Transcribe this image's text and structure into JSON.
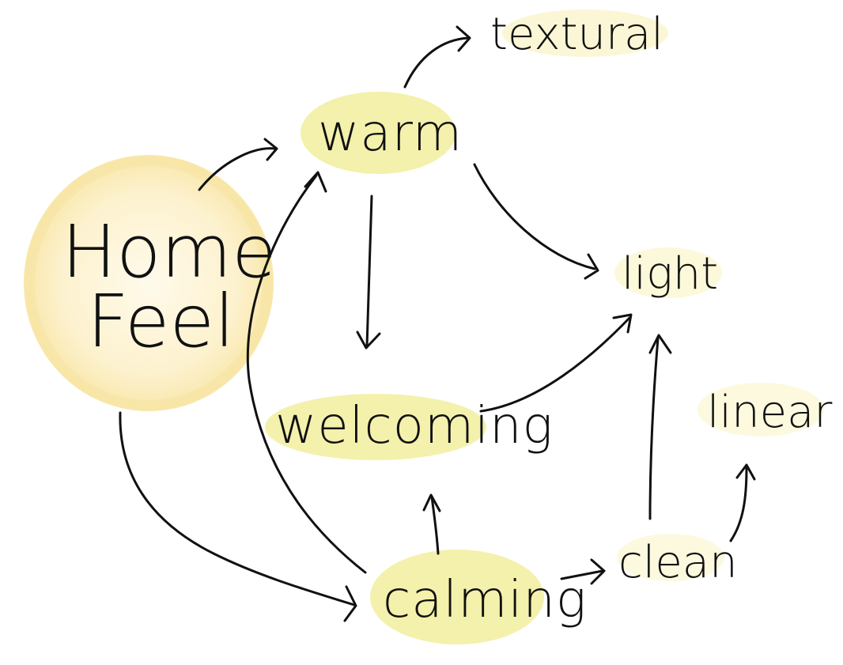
{
  "colors": {
    "highlight": "#f3eea0",
    "highlight_soft": "#fbf5c8",
    "home_fill": "#fdf3d2",
    "home_ring": "#f6e6a8",
    "ink": "#111111"
  },
  "nodes": {
    "home": {
      "line1": "Home",
      "line2": "Feel"
    },
    "warm": "warm",
    "textural": "textural",
    "light": "light",
    "welcoming": "welcoming",
    "linear": "linear",
    "calming": "calming",
    "clean": "clean"
  },
  "edges": [
    {
      "from": "Home Feel",
      "to": "warm"
    },
    {
      "from": "Home Feel",
      "to": "calming"
    },
    {
      "from": "warm",
      "to": "textural"
    },
    {
      "from": "warm",
      "to": "welcoming"
    },
    {
      "from": "warm",
      "to": "light"
    },
    {
      "from": "calming",
      "to": "warm"
    },
    {
      "from": "calming",
      "to": "welcoming"
    },
    {
      "from": "calming",
      "to": "clean"
    },
    {
      "from": "welcoming",
      "to": "light"
    },
    {
      "from": "clean",
      "to": "light"
    },
    {
      "from": "clean",
      "to": "linear"
    }
  ]
}
